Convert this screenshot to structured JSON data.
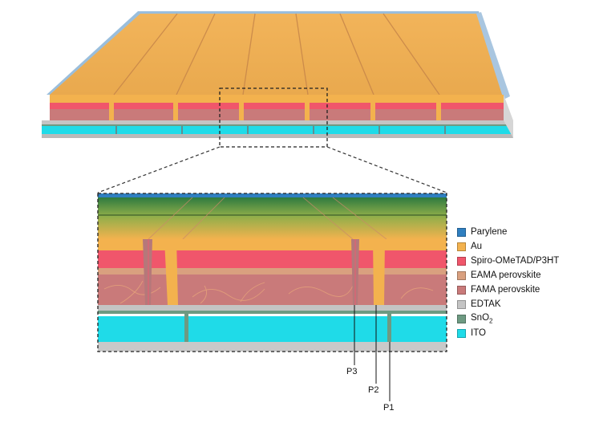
{
  "colors": {
    "parylene": "#2f7fc0",
    "au": "#f3b24e",
    "spiro": "#f0566b",
    "eama": "#d9a07f",
    "fama": "#c97a7a",
    "edtak": "#c4c4c4",
    "sno2": "#6e9a82",
    "ito": "#1fdbe8"
  },
  "legend": [
    {
      "label": "Parylene",
      "color": "#2f7fc0",
      "icon": "parylene-swatch"
    },
    {
      "label": "Au",
      "color": "#f3b24e",
      "icon": "au-swatch"
    },
    {
      "label": "Spiro-OMeTAD/P3HT",
      "color": "#f0566b",
      "icon": "spiro-swatch"
    },
    {
      "label": "EAMA perovskite",
      "color": "#d9a07f",
      "icon": "eama-swatch"
    },
    {
      "label": "FAMA perovskite",
      "color": "#c97a7a",
      "icon": "fama-swatch"
    },
    {
      "label": "EDTAK",
      "color": "#c4c4c4",
      "icon": "edtak-swatch"
    },
    {
      "label": "SnO",
      "sub": "2",
      "color": "#6e9a82",
      "icon": "sno2-swatch"
    },
    {
      "label": "ITO",
      "color": "#1fdbe8",
      "icon": "ito-swatch"
    }
  ],
  "callouts": {
    "p3": "P3",
    "p2": "P2",
    "p1": "P1"
  }
}
